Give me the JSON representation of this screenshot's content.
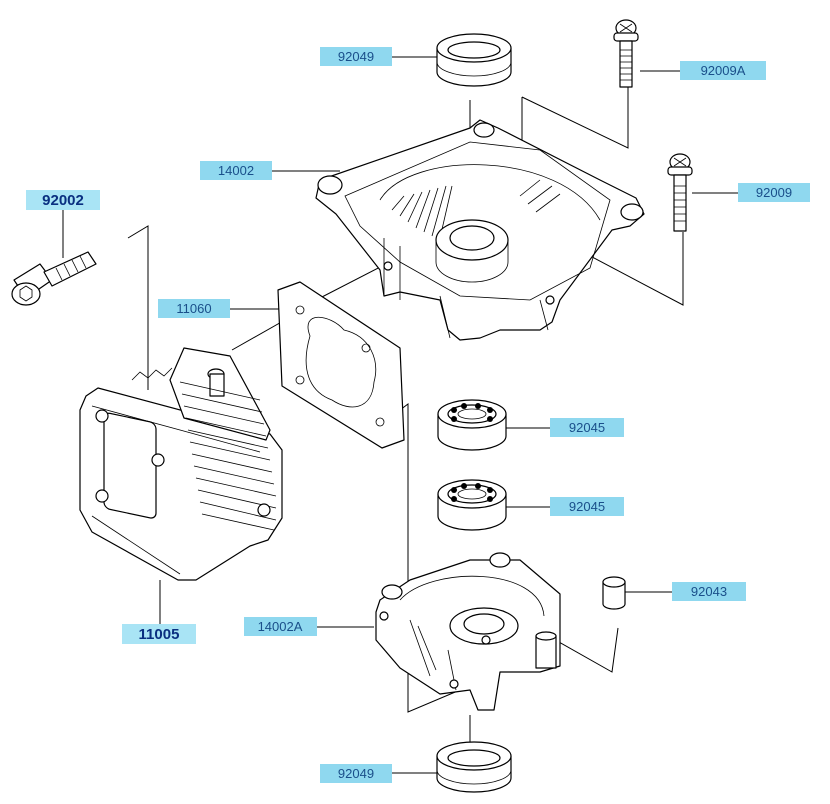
{
  "callouts": [
    {
      "id": "c92049top",
      "part": "92049",
      "highlight": false
    },
    {
      "id": "c92009A",
      "part": "92009A",
      "highlight": false
    },
    {
      "id": "c14002",
      "part": "14002",
      "highlight": false
    },
    {
      "id": "c92009",
      "part": "92009",
      "highlight": false
    },
    {
      "id": "c92002",
      "part": "92002",
      "highlight": true
    },
    {
      "id": "c11060",
      "part": "11060",
      "highlight": false
    },
    {
      "id": "c92045a",
      "part": "92045",
      "highlight": false
    },
    {
      "id": "c92045b",
      "part": "92045",
      "highlight": false
    },
    {
      "id": "c92043",
      "part": "92043",
      "highlight": false
    },
    {
      "id": "c11005",
      "part": "11005",
      "highlight": true
    },
    {
      "id": "c14002A",
      "part": "14002A",
      "highlight": false
    },
    {
      "id": "c92049bot",
      "part": "92049",
      "highlight": false
    }
  ],
  "colors": {
    "label_fill": "#8fd8ef",
    "label_text": "#1a4f8a",
    "highlight_text": "#0a2f80"
  }
}
